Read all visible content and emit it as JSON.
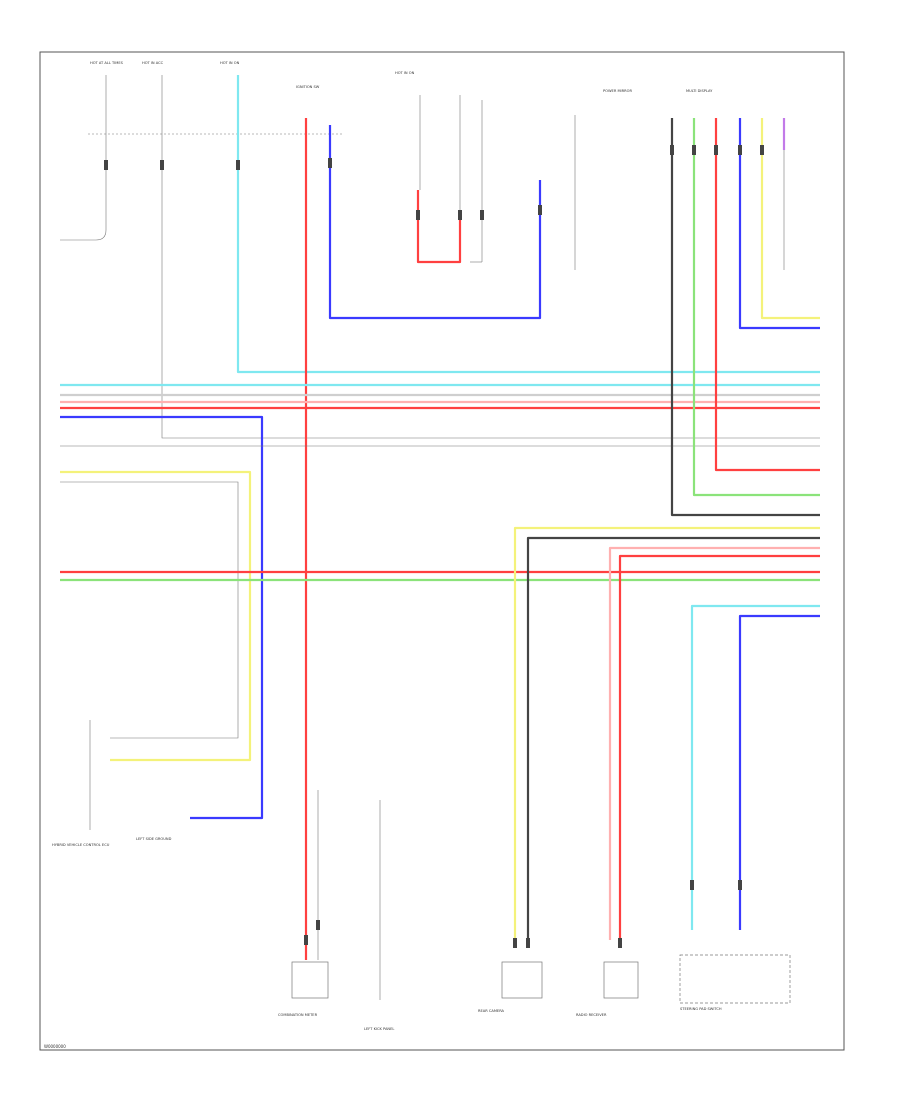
{
  "footer": {
    "code": "W0000000"
  },
  "colors": {
    "red": "#ff4040",
    "blue": "#3a3aff",
    "cyan": "#7fe8f0",
    "yellow": "#f4f27a",
    "green": "#8be37a",
    "gray": "#444444",
    "light_gray": "#cfcfcf",
    "pink": "#ffb0b0",
    "violet": "#c27ae8"
  },
  "labels": {
    "fuse_1": "HOT AT ALL TIMES",
    "fuse_2": "HOT IN ACC",
    "fuse_3": "HOT IN ON",
    "fuse_4": "HOT IN ON",
    "ignition_switch": "IGNITION SW",
    "mirror_module": "POWER MIRROR",
    "left_block": "HYBRID VEHICLE CONTROL ECU",
    "right_top_block": "MULTI DISPLAY",
    "left_ground": "LEFT SIDE GROUND",
    "bottom_1": "COMBINATION METER",
    "bottom_2": "LEFT KICK PANEL",
    "bottom_3": "REAR CAMERA",
    "bottom_4": "RADIO RECEIVER",
    "bottom_5": "STEERING PAD SWITCH"
  }
}
